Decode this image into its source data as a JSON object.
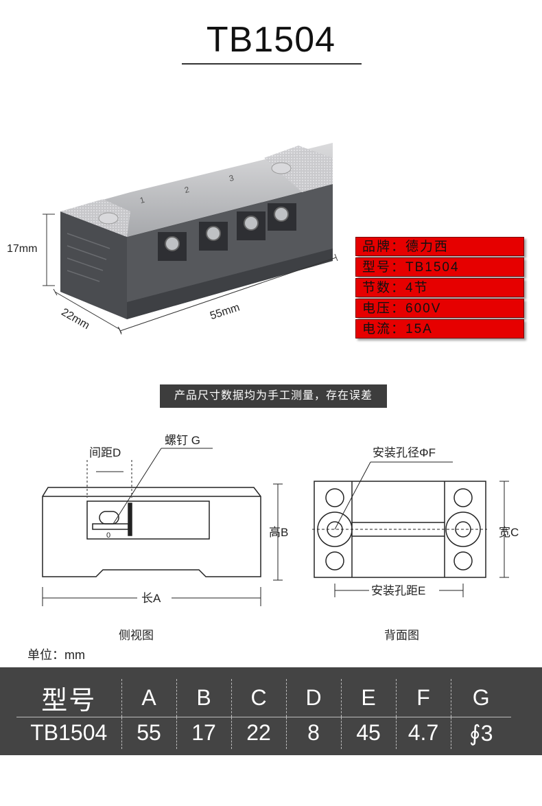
{
  "title": "TB1504",
  "photo": {
    "dim_height": "17mm",
    "dim_depth": "22mm",
    "dim_length": "55mm",
    "label_pole": "1",
    "label_pole2": "2",
    "label_pole3": "3"
  },
  "spec_box": [
    {
      "text": "品牌：德力西"
    },
    {
      "text": "型号：TB1504"
    },
    {
      "text": "节数：4节"
    },
    {
      "text": "电压：600V"
    },
    {
      "text": "电流：15A"
    }
  ],
  "note": "产品尺寸数据均为手工测量，存在误差",
  "drawings": {
    "side_view": {
      "spacing_label": "间距D",
      "screw_label": "螺钉 G",
      "height_label": "高B",
      "length_label": "长A",
      "caption": "侧视图"
    },
    "back_view": {
      "hole_diameter_label": "安装孔径ΦF",
      "width_label": "宽C",
      "hole_spacing_label": "安装孔距E",
      "caption": "背面图"
    }
  },
  "unit": "单位：mm",
  "table": {
    "headers": [
      "型号",
      "A",
      "B",
      "C",
      "D",
      "E",
      "F",
      "G"
    ],
    "rows": [
      [
        "TB1504",
        "55",
        "17",
        "22",
        "8",
        "45",
        "4.7",
        "∮3"
      ]
    ]
  },
  "colors": {
    "spec_red": "#e60000",
    "table_bg": "#444444",
    "note_bg": "#3d3d3d"
  }
}
